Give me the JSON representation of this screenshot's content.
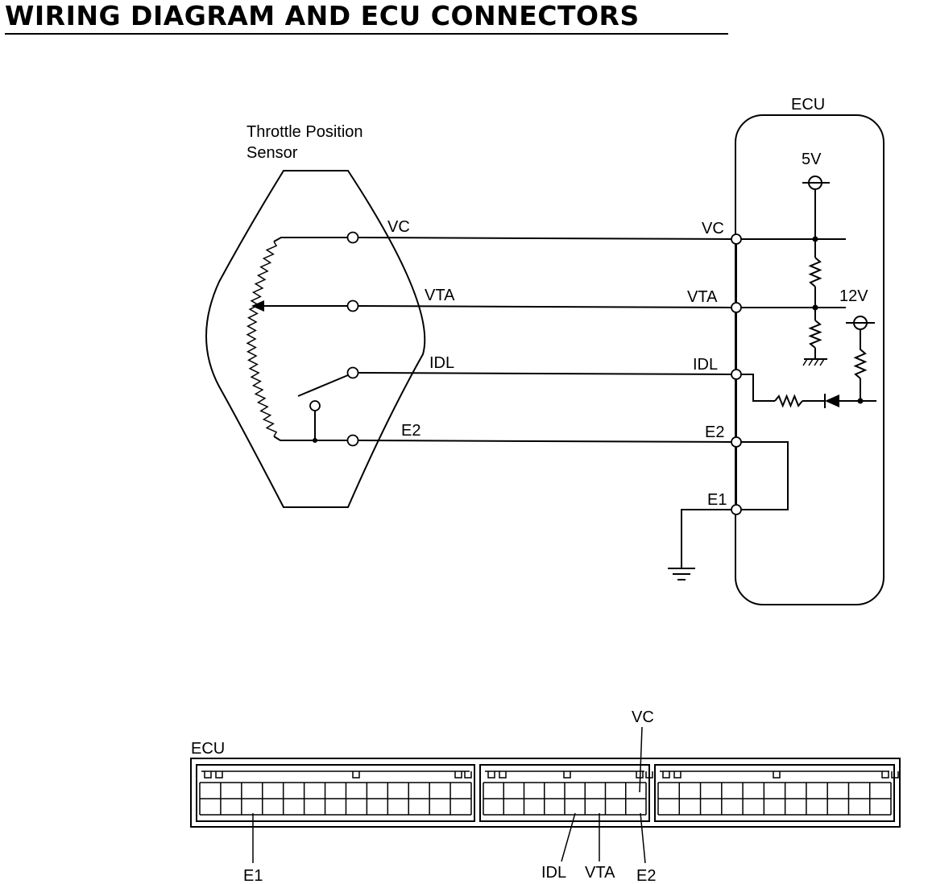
{
  "title": "WIRING DIAGRAM AND ECU CONNECTORS",
  "sensor": {
    "name_line1": "Throttle Position",
    "name_line2": "Sensor"
  },
  "ecu": {
    "label": "ECU",
    "supply_5v": "5V",
    "supply_12v": "12V"
  },
  "signals": {
    "vc": "VC",
    "vta": "VTA",
    "idl": "IDL",
    "e2": "E2",
    "e1": "E1"
  },
  "connector": {
    "label": "ECU",
    "pins": {
      "vc": "VC",
      "e1": "E1",
      "idl": "IDL",
      "vta": "VTA",
      "e2": "E2"
    }
  }
}
